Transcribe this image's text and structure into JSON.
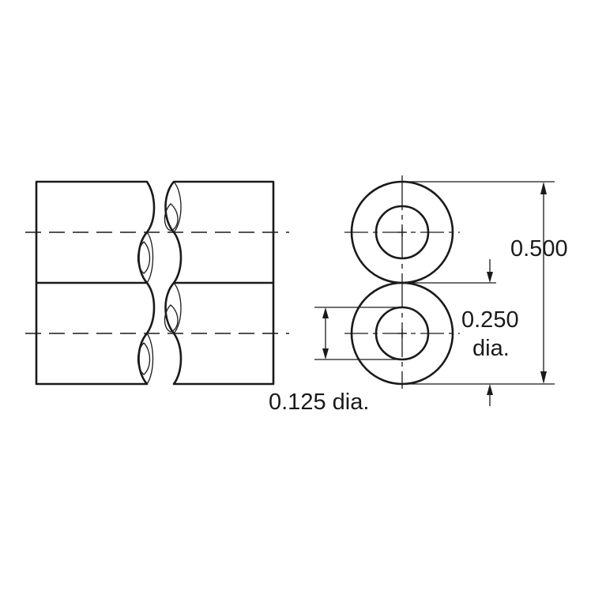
{
  "colors": {
    "material_fill": "#fce3c8",
    "ink": "#1a1a1a",
    "inner_tint": "#f7c68e",
    "background": "#ffffff"
  },
  "labels": {
    "total_height": "0.500",
    "outer_diameter_value": "0.250",
    "outer_diameter_unit": "dia.",
    "hole_diameter": "0.125 dia."
  }
}
